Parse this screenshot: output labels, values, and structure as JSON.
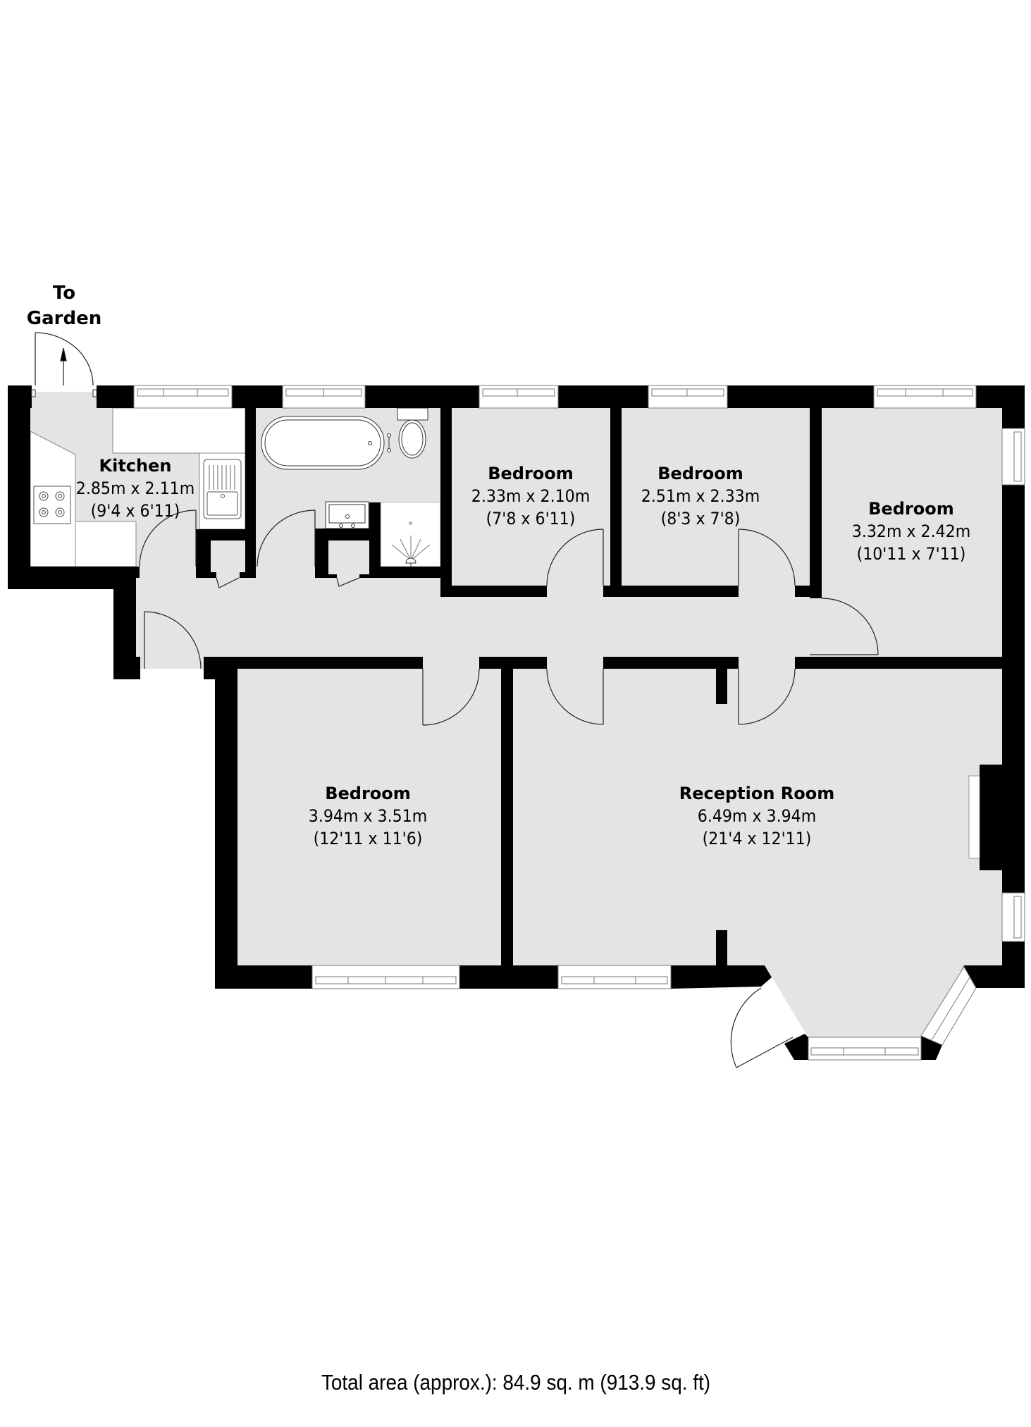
{
  "annotation": {
    "garden_line1": "To",
    "garden_line2": "Garden"
  },
  "rooms": [
    {
      "id": "kitchen",
      "name": "Kitchen",
      "metric": "2.85m x 2.11m",
      "imperial": "(9'4 x 6'11)"
    },
    {
      "id": "bedroom-1",
      "name": "Bedroom",
      "metric": "2.33m x 2.10m",
      "imperial": "(7'8 x 6'11)"
    },
    {
      "id": "bedroom-2",
      "name": "Bedroom",
      "metric": "2.51m x 2.33m",
      "imperial": "(8'3 x 7'8)"
    },
    {
      "id": "bedroom-3",
      "name": "Bedroom",
      "metric": "3.32m x 2.42m",
      "imperial": "(10'11 x 7'11)"
    },
    {
      "id": "bedroom-4",
      "name": "Bedroom",
      "metric": "3.94m x 3.51m",
      "imperial": "(12'11 x 11'6)"
    },
    {
      "id": "reception",
      "name": "Reception Room",
      "metric": "6.49m x 3.94m",
      "imperial": "(21'4 x 12'11)"
    }
  ],
  "footer": {
    "total_area": "Total area (approx.): 84.9 sq. m (913.9 sq. ft)"
  },
  "colors": {
    "wall": "#000000",
    "floor": "#e4e4e4",
    "fixture": "#ffffff",
    "line": "#333333"
  }
}
